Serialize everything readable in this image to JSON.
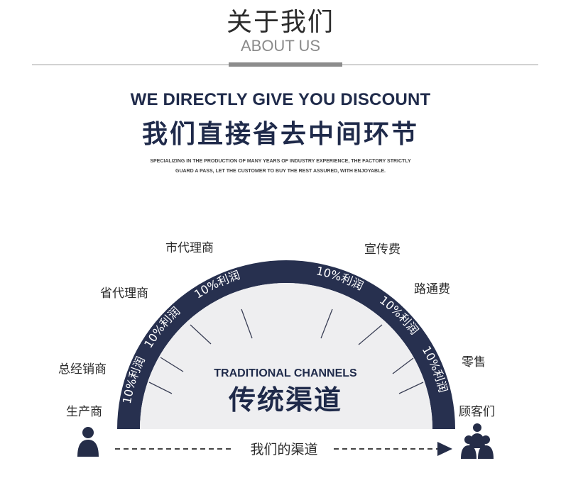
{
  "header": {
    "title_cn": "关于我们",
    "title_en": "ABOUT US"
  },
  "headline": {
    "en": "WE DIRECTLY GIVE YOU DISCOUNT",
    "cn": "我们直接省去中间环节",
    "desc_line1": "SPECIALIZING IN THE PRODUCTION OF MANY YEARS OF INDUSTRY EXPERIENCE, THE FACTORY STRICTLY",
    "desc_line2": "GUARD A PASS, LET THE CUSTOMER TO BUY THE REST ASSURED, WITH ENJOYABLE."
  },
  "diagram": {
    "center_en": "TRADITIONAL CHANNELS",
    "center_cn": "传统渠道",
    "left_labels": [
      "生产商",
      "总经销商",
      "省代理商",
      "市代理商"
    ],
    "right_labels": [
      "宣传费",
      "路通费",
      "零售",
      "顾客们"
    ],
    "segment_text": "10%利润",
    "bottom_text": "我们的渠道",
    "icons": [
      "producer-person-icon",
      "customers-group-icon",
      "arrow-right-icon"
    ],
    "colors": {
      "arc": "#27304f",
      "arc_text": "#ffffff",
      "inner": "#eeeef0"
    }
  }
}
